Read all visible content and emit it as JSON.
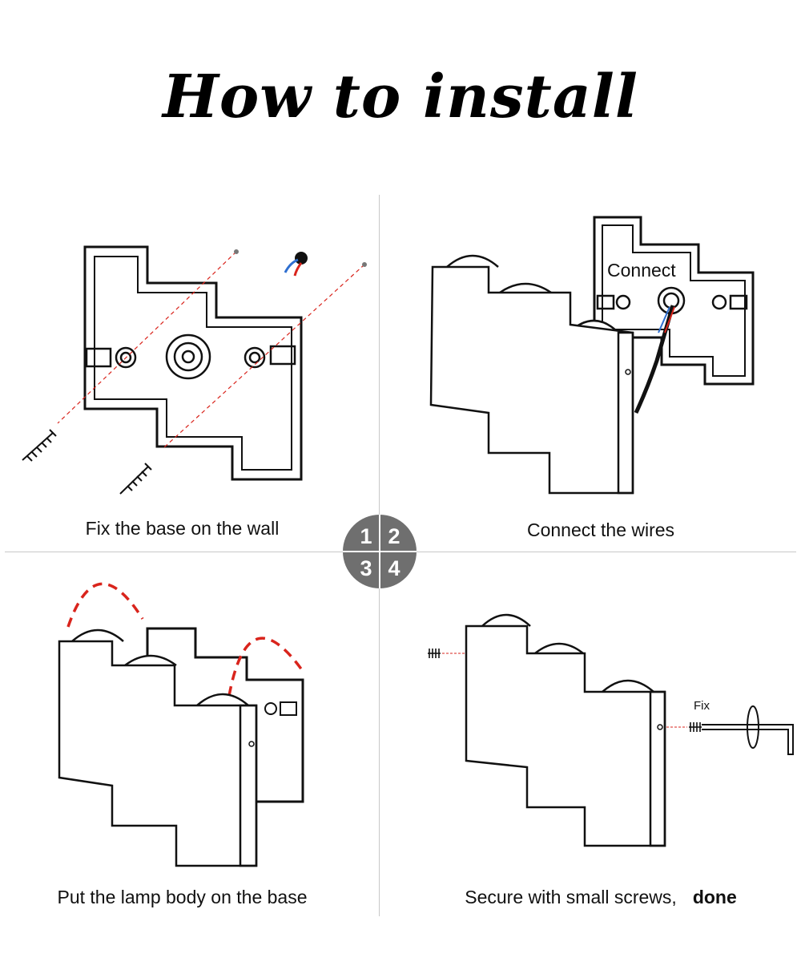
{
  "title": "How to install",
  "steps": [
    {
      "number": "1",
      "caption": "Fix the base on the wall"
    },
    {
      "number": "2",
      "caption": "Connect the wires",
      "label": "Connect"
    },
    {
      "number": "3",
      "caption": "Put the lamp body on the base"
    },
    {
      "number": "4",
      "caption": "Secure with small screws,",
      "caption_emphasis": "done",
      "label": "Fix"
    }
  ],
  "colors": {
    "line": "#111111",
    "accent_red": "#d9241c",
    "wire_blue": "#2f6fd0",
    "badge": "#6f6f6f"
  }
}
